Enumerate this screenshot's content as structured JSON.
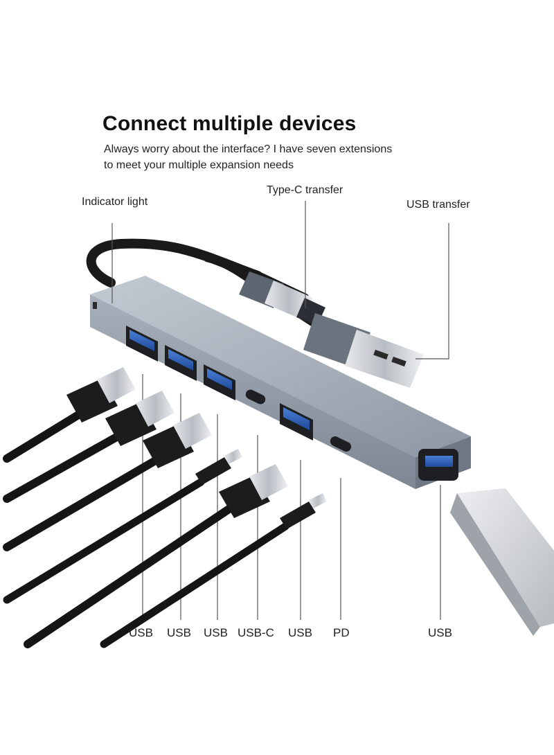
{
  "heading": {
    "title": "Connect multiple devices",
    "line1": "Always worry about the interface? I have seven extensions",
    "line2": "to meet your multiple expansion needs"
  },
  "callouts": {
    "indicator": "Indicator light",
    "typec": "Type-C transfer",
    "usb": "USB transfer"
  },
  "ports": {
    "p1": "USB",
    "p2": "USB",
    "p3": "USB",
    "p4": "USB-C",
    "p5": "USB",
    "p6": "PD",
    "p7": "USB"
  },
  "colors": {
    "hub_body": "#9aa3b0",
    "hub_top": "#b9c0ca",
    "port_blue": "#2f5fb0",
    "cable": "#1a1a1a",
    "metal_plug": "#c9cdd2"
  }
}
